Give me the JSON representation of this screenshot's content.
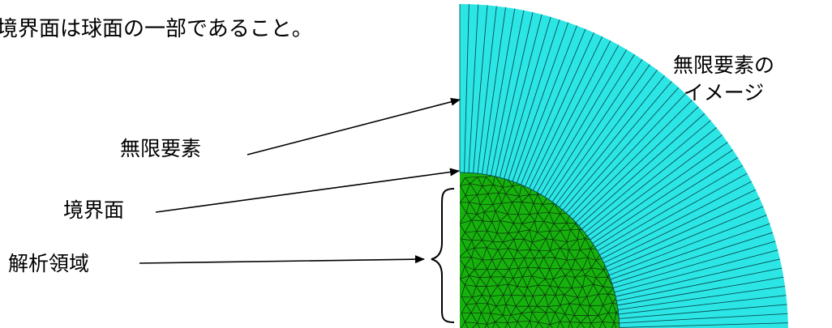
{
  "heading": "境界面は球面の一部であること。",
  "labels": {
    "infinite_element": "無限要素",
    "boundary": "境界面",
    "analysis_region": "解析領域",
    "infinite_image_line1": "無限要素の",
    "infinite_image_line2": "イメージ"
  },
  "colors": {
    "infinite_region": "#2CE6E6",
    "analysis_region": "#17B10E",
    "mesh_line": "#0B3A0B",
    "arrow": "#000000"
  }
}
